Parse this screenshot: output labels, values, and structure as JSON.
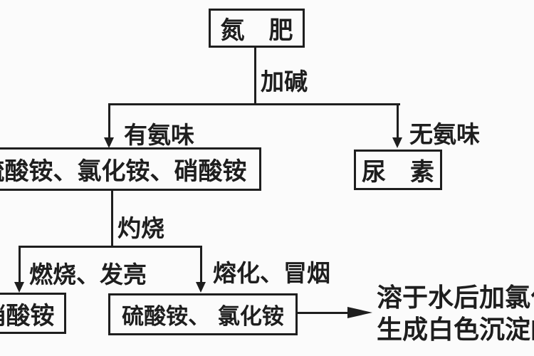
{
  "colors": {
    "ink": "#1e1e1e",
    "paper": "#fbfbfb"
  },
  "nodes": {
    "nitrogen_fertilizer": "氮　肥",
    "ammonium_salts": "硫酸铵、氯化铵、硝酸铵",
    "urea": "尿　素",
    "ammonium_nitrate": "硝酸铵",
    "ammonium_sulfate_chloride": "硫酸铵、 氯化铵"
  },
  "edge_labels": {
    "add_alkali": "加碱",
    "ammonia_smell": "有氨味",
    "no_ammonia_smell": "无氨味",
    "ignite": "灼烧",
    "burns_glows": "燃烧、发亮",
    "melts_smokes": "熔化、冒烟"
  },
  "note": {
    "line1": "溶于水后加氯化",
    "line2": "生成白色沉淀的"
  }
}
